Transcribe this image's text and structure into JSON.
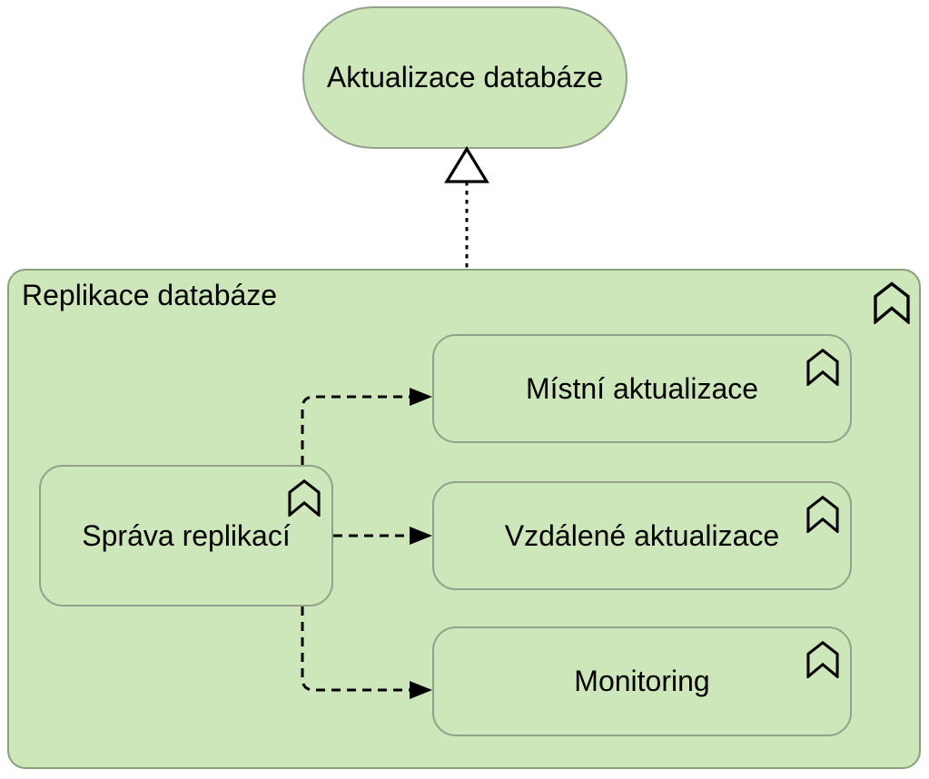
{
  "diagram": {
    "type": "archimate-view",
    "colors": {
      "element_fill": "#cde7ba",
      "container_border": "#8aa07c",
      "node_border": "#93a18b",
      "connector": "#000000",
      "background": "#ffffff"
    },
    "service": {
      "label": "Aktualizace databáze",
      "shape": "rounded-pill",
      "icon": "none"
    },
    "container": {
      "label": "Replikace databáze",
      "icon": "function-chevron"
    },
    "nodes": [
      {
        "label": "Správa replikací",
        "icon": "function-chevron"
      },
      {
        "label": "Místní aktualizace",
        "icon": "function-chevron"
      },
      {
        "label": "Vzdálené aktualizace",
        "icon": "function-chevron"
      },
      {
        "label": "Monitoring",
        "icon": "function-chevron"
      }
    ],
    "relations": [
      {
        "type": "realization",
        "from": "Replikace databáze",
        "to": "Aktualizace databáze",
        "line": "dotted",
        "arrow": "hollow-triangle"
      },
      {
        "type": "flow",
        "from": "Správa replikací",
        "to": "Místní aktualizace",
        "line": "dashed",
        "arrow": "filled-triangle"
      },
      {
        "type": "flow",
        "from": "Správa replikací",
        "to": "Vzdálené aktualizace",
        "line": "dashed",
        "arrow": "filled-triangle"
      },
      {
        "type": "flow",
        "from": "Správa replikací",
        "to": "Monitoring",
        "line": "dashed",
        "arrow": "filled-triangle"
      }
    ]
  }
}
